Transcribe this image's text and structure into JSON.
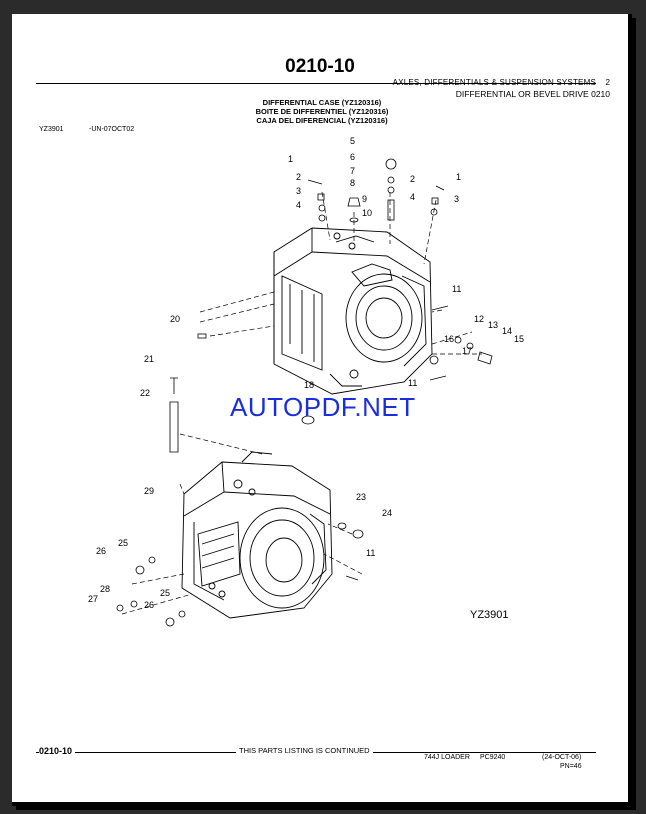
{
  "header": {
    "code": "0210-10",
    "section": "AXLES, DIFFERENTIALS & SUSPENSION SYSTEMS",
    "section_number": "2",
    "subgroup": "DIFFERENTIAL OR BEVEL DRIVE 0210",
    "titles": [
      "DIFFERENTIAL CASE (YZ120316)",
      "BOITE DE DIFFERENTIEL (YZ120316)",
      "CAJA DEL DIFERENCIAL (YZ120316)"
    ],
    "illustration_code": "YZ3901",
    "illustration_date": "-UN-07OCT02"
  },
  "diagram": {
    "callouts": [
      "1",
      "2",
      "3",
      "4",
      "5",
      "6",
      "7",
      "8",
      "9",
      "10",
      "1",
      "2",
      "3",
      "4",
      "11",
      "12",
      "13",
      "14",
      "15",
      "16",
      "17",
      "20",
      "21",
      "22",
      "18",
      "11",
      "23",
      "24",
      "29",
      "25",
      "26",
      "11",
      "28",
      "27",
      "26",
      "25"
    ],
    "figure_code": "YZ3901"
  },
  "watermark": "AUTOPDF.NET",
  "footer": {
    "code": "0210-10",
    "continued": "THIS PARTS LISTING IS CONTINUED",
    "model": "744J LOADER",
    "pc": "PC9240",
    "date": "(24-OCT-06)",
    "pn": "PN=46"
  }
}
